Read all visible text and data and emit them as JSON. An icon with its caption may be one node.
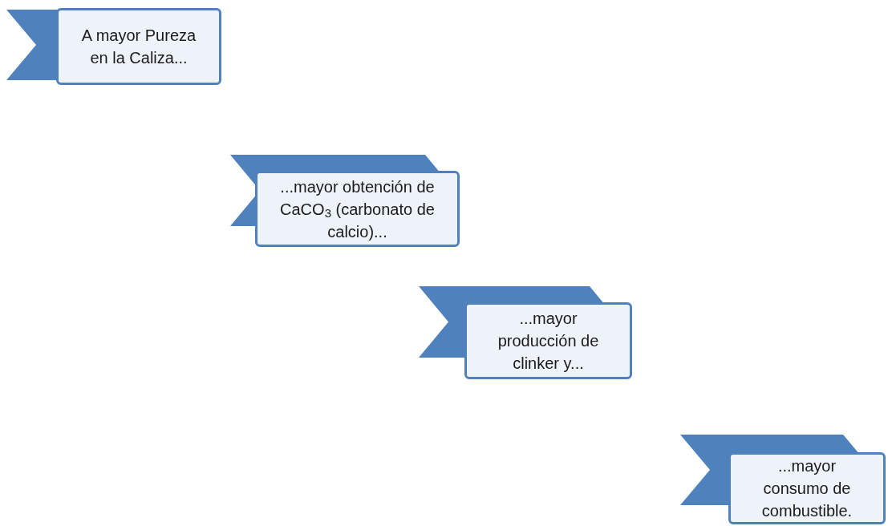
{
  "diagram": {
    "nodes": [
      {
        "text": [],
        "shape": "chevron"
      },
      {
        "text": [
          "A mayor Pureza en la Caliza..."
        ]
      },
      {
        "text": [],
        "shape": "chevron"
      },
      {
        "text": [
          "...mayor obtención de CaCO$_{3}$ (carbonato de calcio)..."
        ]
      },
      {
        "text": [],
        "shape": "chevron"
      },
      {
        "text": [
          "...mayor producción de clinker y..."
        ]
      },
      {
        "text": [],
        "shape": "chevron"
      },
      {
        "text": [
          "...mayor consumo de combustible."
        ]
      }
    ]
  }
}
